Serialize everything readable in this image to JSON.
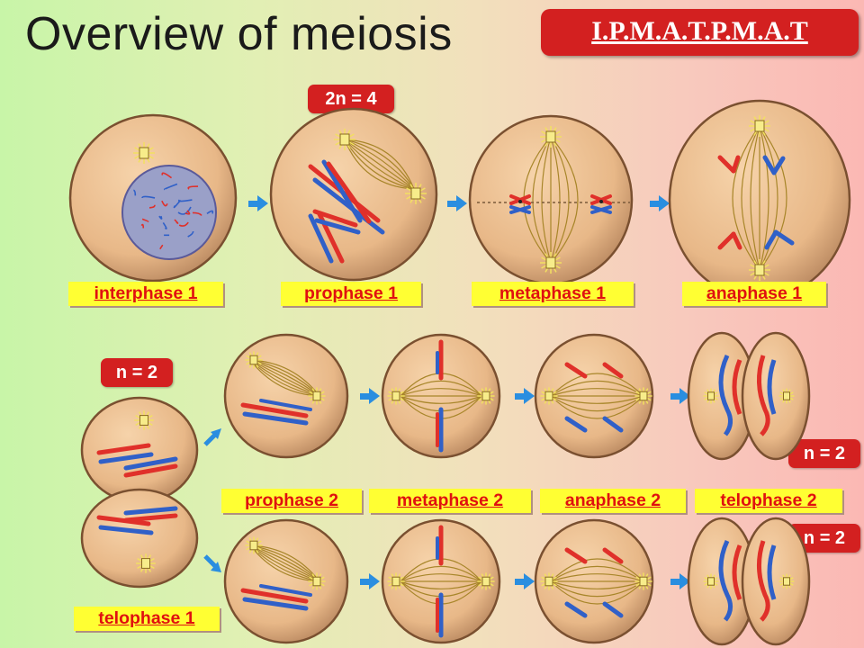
{
  "title": "Overview of meiosis",
  "mnemonic": "I.P.M.A.T.P.M.A.T",
  "ploidy": {
    "diploid": "2n = 4",
    "haploid_start": "n = 2",
    "haploid_end_top": "n = 2",
    "haploid_end_bottom": "n = 2"
  },
  "stages_meiosis1": [
    "interphase 1",
    "prophase 1",
    "metaphase 1",
    "anaphase 1"
  ],
  "stages_meiosis2": [
    "prophase 2",
    "metaphase 2",
    "anaphase 2",
    "telophase 2"
  ],
  "stage_telophase1": "telophase 1",
  "colors": {
    "label_bg": "#ffff33",
    "label_text": "#e01010",
    "badge_bg": "#d32020",
    "cell_fill": "#e8b888",
    "chromosome_red": "#e0302a",
    "chromosome_blue": "#3060c8",
    "arrow": "#2a8ee0"
  },
  "icons": [
    "arrow-right-icon",
    "arrow-diagonal-icon"
  ]
}
